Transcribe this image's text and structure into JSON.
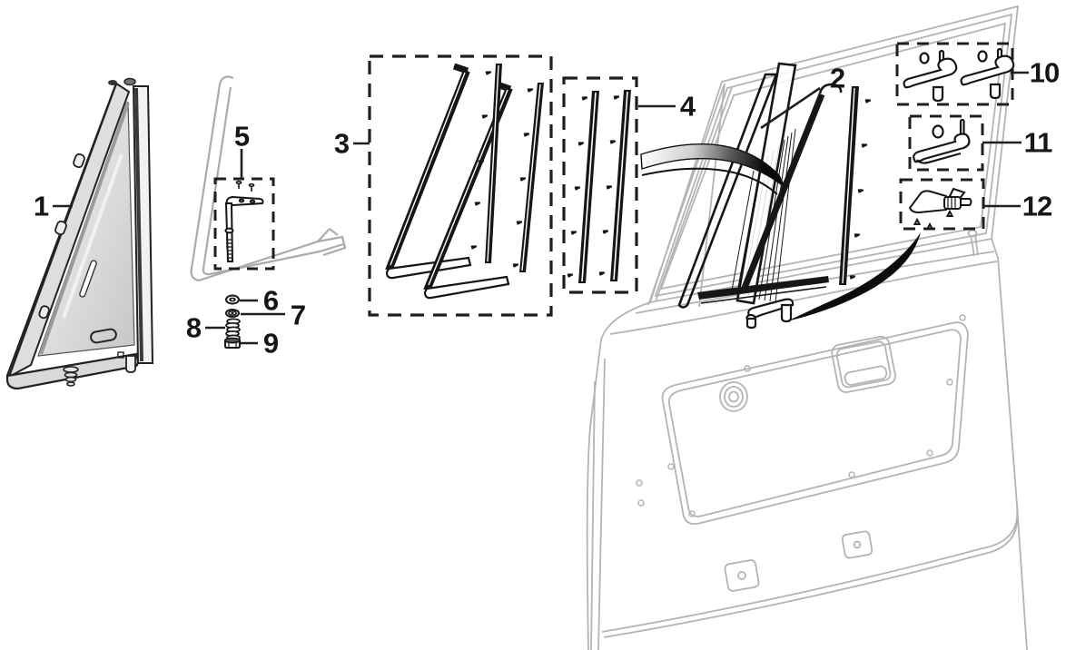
{
  "palette": {
    "ink": "#161616",
    "soft_gray": "#b4b4b4",
    "glass_gray": "#d9d9d9",
    "bg": "#ffffff"
  },
  "callouts": [
    {
      "label": "1",
      "part": "vent-window-assembly"
    },
    {
      "label": "2",
      "part": "door-glass"
    },
    {
      "label": "3",
      "part": "glass-run-channel-kit"
    },
    {
      "label": "4",
      "part": "vertical-run-strips"
    },
    {
      "label": "5",
      "part": "pivot-bracket-kit"
    },
    {
      "label": "6",
      "part": "washer"
    },
    {
      "label": "7",
      "part": "washer"
    },
    {
      "label": "8",
      "part": "spring"
    },
    {
      "label": "9",
      "part": "nut"
    },
    {
      "label": "10",
      "part": "window-crank-handles"
    },
    {
      "label": "11",
      "part": "door-pull-handle"
    },
    {
      "label": "12",
      "part": "vent-latch"
    }
  ]
}
